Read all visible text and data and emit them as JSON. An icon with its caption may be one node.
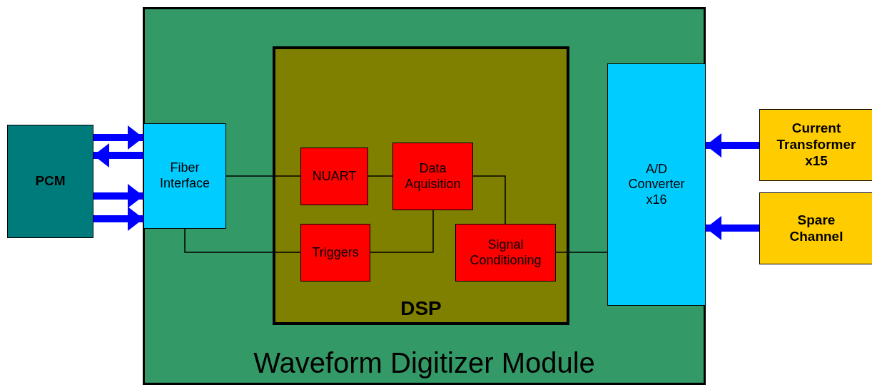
{
  "diagram": {
    "nodes": [
      {
        "text": [
          "Waveform Digitizer Module"
        ]
      },
      {
        "text": [
          "PCM"
        ]
      },
      {
        "text": [
          "Fiber Interface"
        ],
        "in": 0
      },
      {
        "text": [
          "DSP"
        ],
        "in": 0
      },
      {
        "text": [
          "NUART"
        ],
        "in": 3
      },
      {
        "text": [
          "Data Aquisition"
        ],
        "in": 3
      },
      {
        "text": [
          "Triggers"
        ],
        "in": 3
      },
      {
        "text": [
          "Signal Conditioning"
        ],
        "in": 3
      },
      {
        "text": [
          "A/D Converter x16"
        ],
        "in": 0
      },
      {
        "text": [
          "Current Transformer x15"
        ]
      },
      {
        "text": [
          "Spare Channel"
        ]
      }
    ],
    "edges": [
      {
        "from": 1,
        "to": 2,
        "arrow": "to",
        "style": "thick",
        "color": "#0000ff"
      },
      {
        "from": 2,
        "to": 1,
        "arrow": "to",
        "style": "thick",
        "color": "#0000ff"
      },
      {
        "from": 1,
        "to": 2,
        "arrow": "to",
        "style": "thick",
        "color": "#0000ff"
      },
      {
        "from": 1,
        "to": 2,
        "arrow": "to",
        "style": "thick",
        "color": "#0000ff"
      },
      {
        "from": 2,
        "to": 4,
        "arrow": "none",
        "color": "#000000"
      },
      {
        "from": 4,
        "to": 5,
        "arrow": "none",
        "color": "#000000"
      },
      {
        "from": 5,
        "to": 7,
        "arrow": "none",
        "color": "#000000"
      },
      {
        "from": 5,
        "to": 6,
        "arrow": "none",
        "color": "#000000"
      },
      {
        "from": 2,
        "to": 6,
        "arrow": "none",
        "color": "#000000"
      },
      {
        "from": 7,
        "to": 8,
        "arrow": "none",
        "color": "#000000"
      },
      {
        "from": 9,
        "to": 8,
        "arrow": "to",
        "style": "thick",
        "color": "#0000ff"
      },
      {
        "from": 10,
        "to": 8,
        "arrow": "to",
        "style": "thick",
        "color": "#0000ff"
      }
    ]
  }
}
